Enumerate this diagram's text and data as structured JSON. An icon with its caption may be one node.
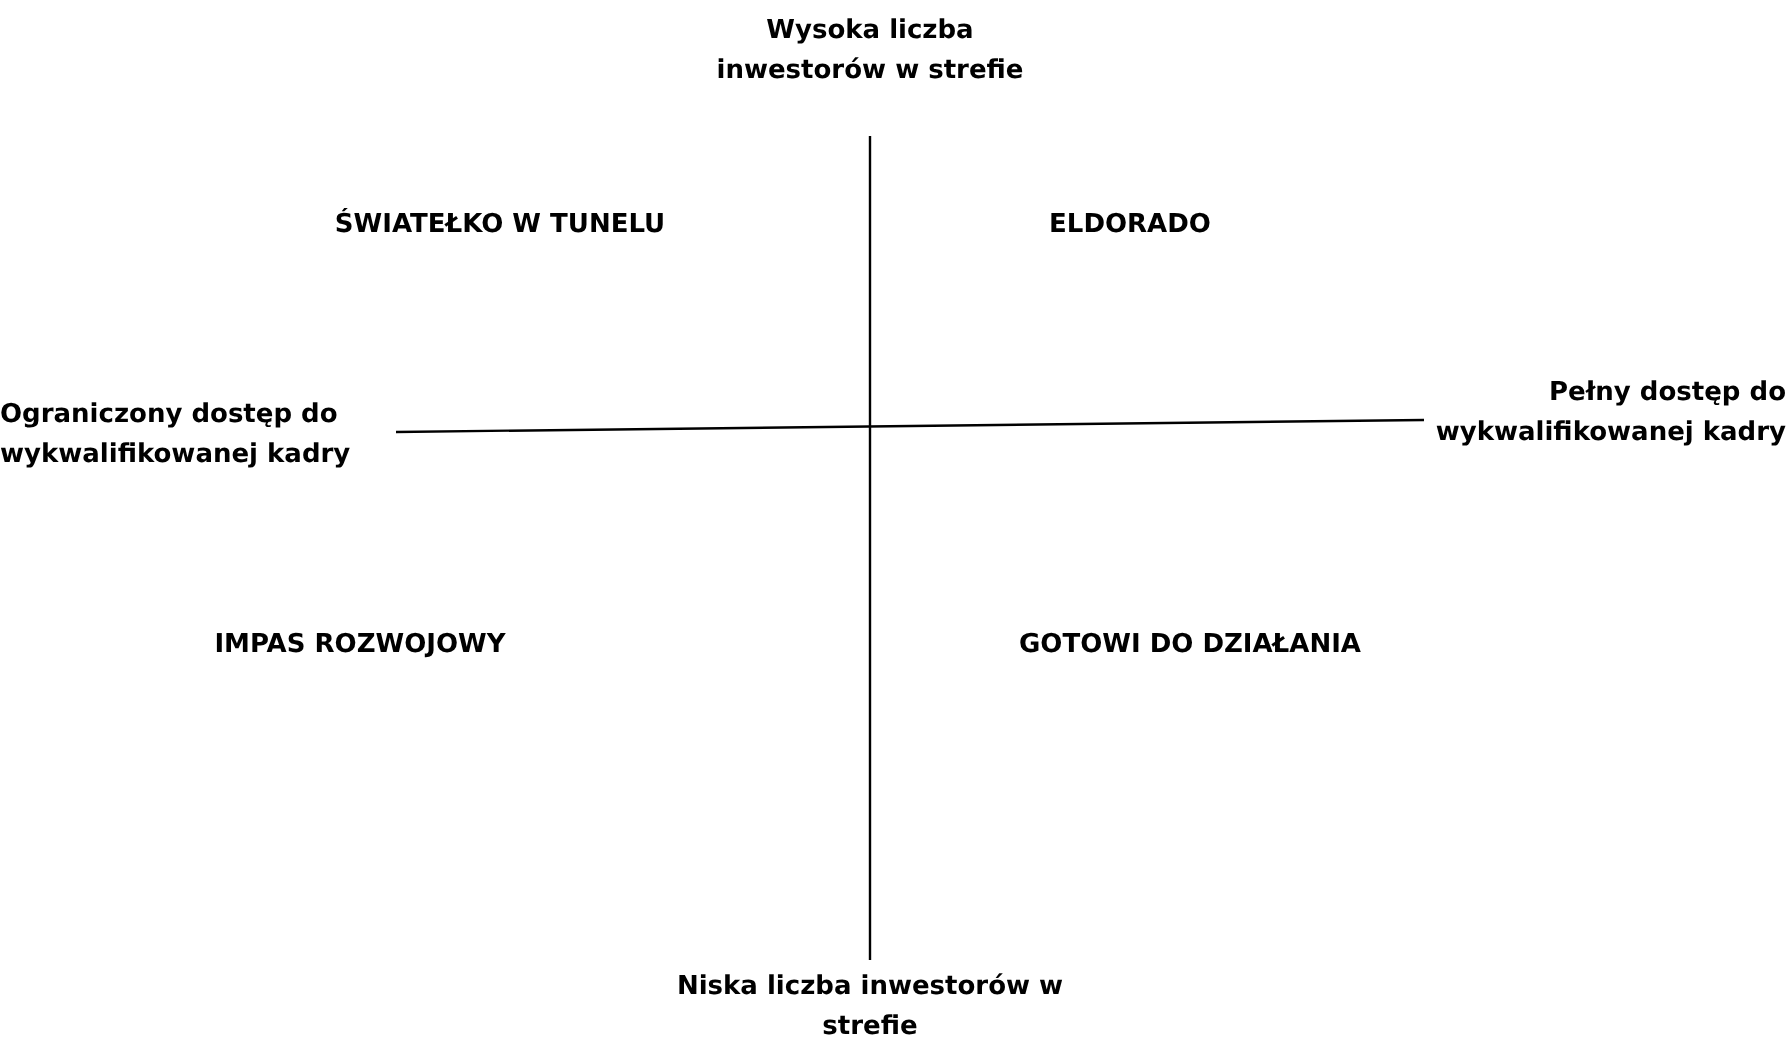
{
  "diagram": {
    "labels": [
      "Wysoka liczba inwestorów w strefie",
      "ŚWIATEŁKO W TUNELU",
      "ELDORADO",
      "Ograniczony dostęp do wykwalifikowanej kadry",
      "Pełny dostęp do wykwalifikowanej kadry",
      "IMPAS ROZWOJOWY",
      "GOTOWI DO DZIAŁANIA",
      "Niska liczba inwestorów w strefie"
    ]
  }
}
